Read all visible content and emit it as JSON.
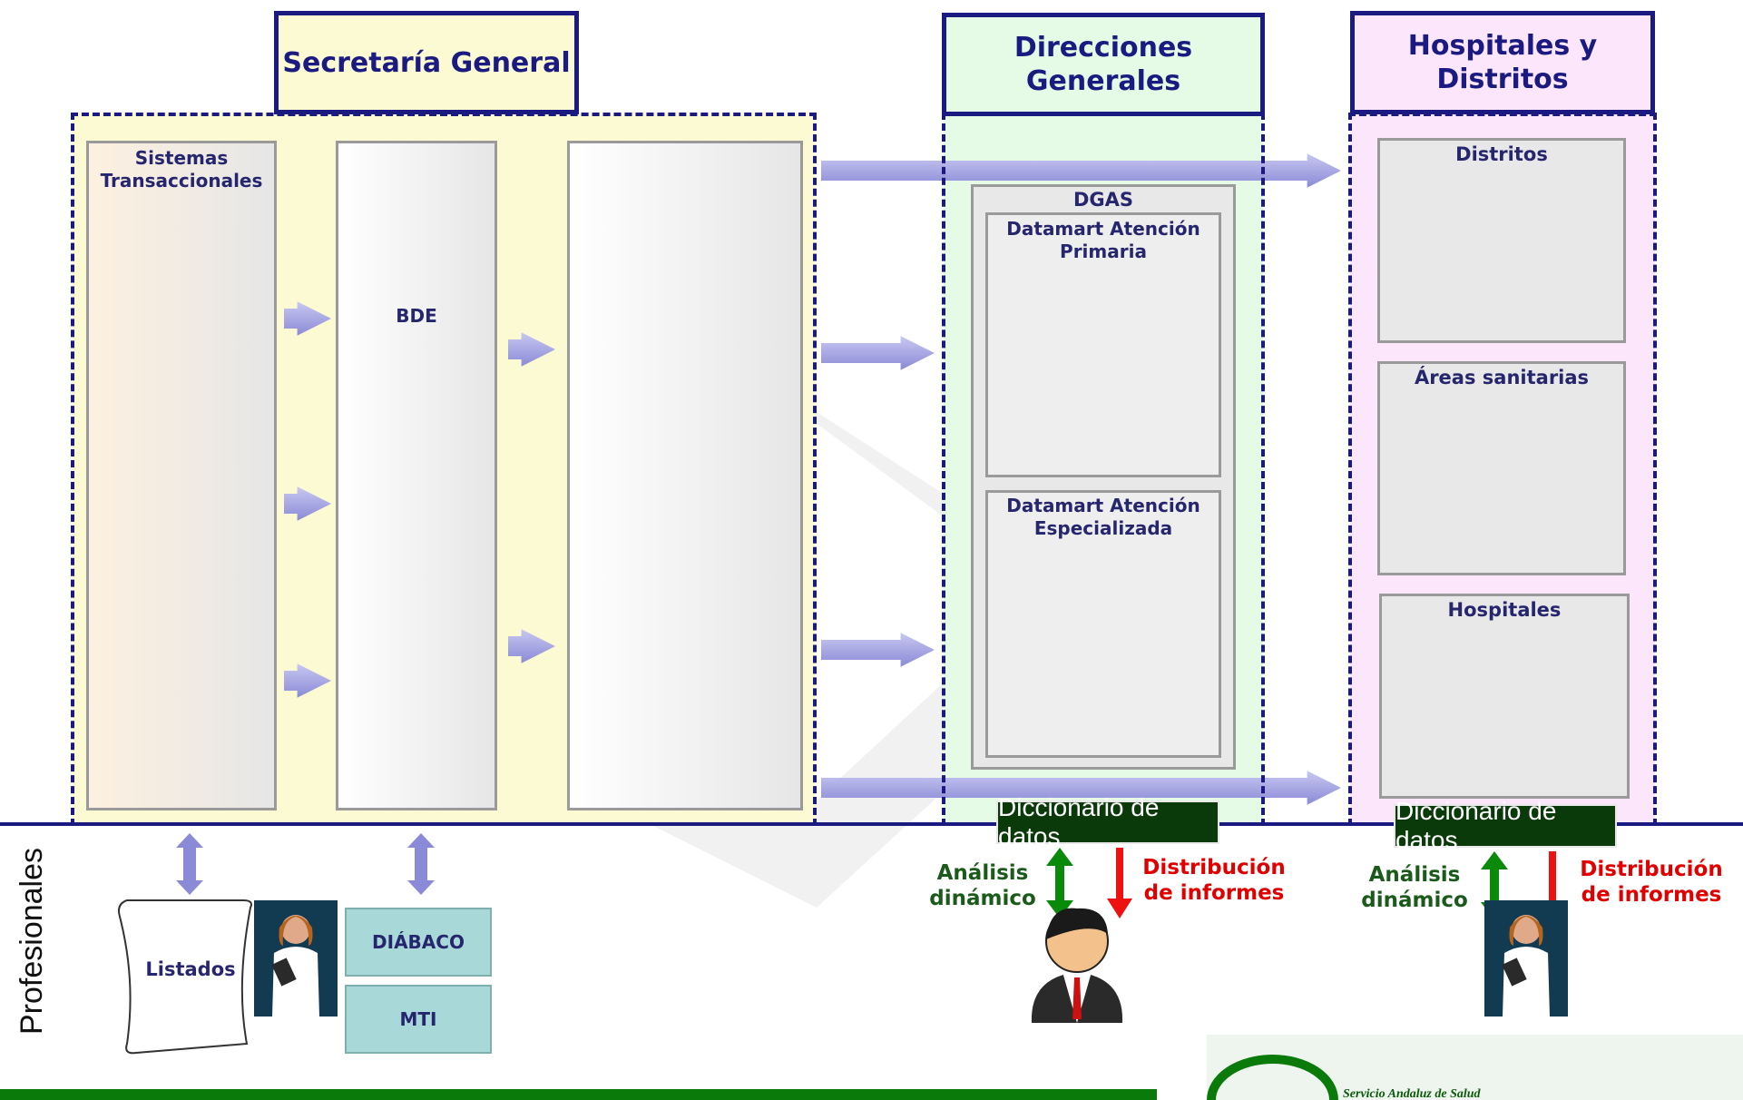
{
  "titles": {
    "secretaria": "Secretaría General",
    "direcciones": "Direcciones Generales",
    "hospitales": "Hospitales y Distritos"
  },
  "secretaria": {
    "sistemas_label": "Sistemas Transaccionales",
    "bde_label": "BDE"
  },
  "direcciones": {
    "dgas_label": "DGAS",
    "primaria_label": "Datamart Atención Primaria",
    "especializada_label": "Datamart Atención Especializada"
  },
  "hospitales": {
    "distritos_label": "Distritos",
    "areas_label": "Áreas sanitarias",
    "hospitales_label": "Hospitales"
  },
  "diccionario_label": "Diccionario de datos",
  "analisis_label": "Análisis dinámico",
  "distribucion_label": "Distribución de informes",
  "profesionales_label": "Profesionales",
  "listados_label": "Listados",
  "diabaco_label": "DIÁBACO",
  "mti_label": "MTI",
  "logo_text": "Servicio Andaluz de Salud",
  "colors": {
    "border": "#1a1a80",
    "secretaria_bg": "#fbfad2",
    "direcciones_bg": "#e6fbe6",
    "hospitales_bg": "#fbe6fb",
    "arrow": "#a5a5e0",
    "green_bar": "#0a7a0a"
  },
  "stack_colors": {
    "primaria": [
      "#1f4e79",
      "#808000",
      "#ff6600",
      "#ff00ff",
      "#9a9a9a",
      "#800080",
      "#5a5a9a",
      "#33cccc",
      "#2e8b57",
      "#ffc000",
      "#ff99cc",
      "#ffff00"
    ],
    "especializada": [
      "#800000",
      "#0000ff",
      "#333300",
      "#ff6600",
      "#9a9a9a",
      "#33cccc",
      "#800080",
      "#5a5a9a",
      "#1f4e79",
      "#808000",
      "#ff0000",
      "#333300"
    ],
    "distritos": [
      "#1f4e79",
      "#808000",
      "#ff00ff",
      "#9a9a9a"
    ],
    "areas": [
      "#808000",
      "#33cccc",
      "#ff0000",
      "#ffc000",
      "#333300",
      "#ff99cc"
    ],
    "hospitales": [
      "#800000",
      "#0000ff",
      "#333300",
      "#ff6600"
    ]
  }
}
